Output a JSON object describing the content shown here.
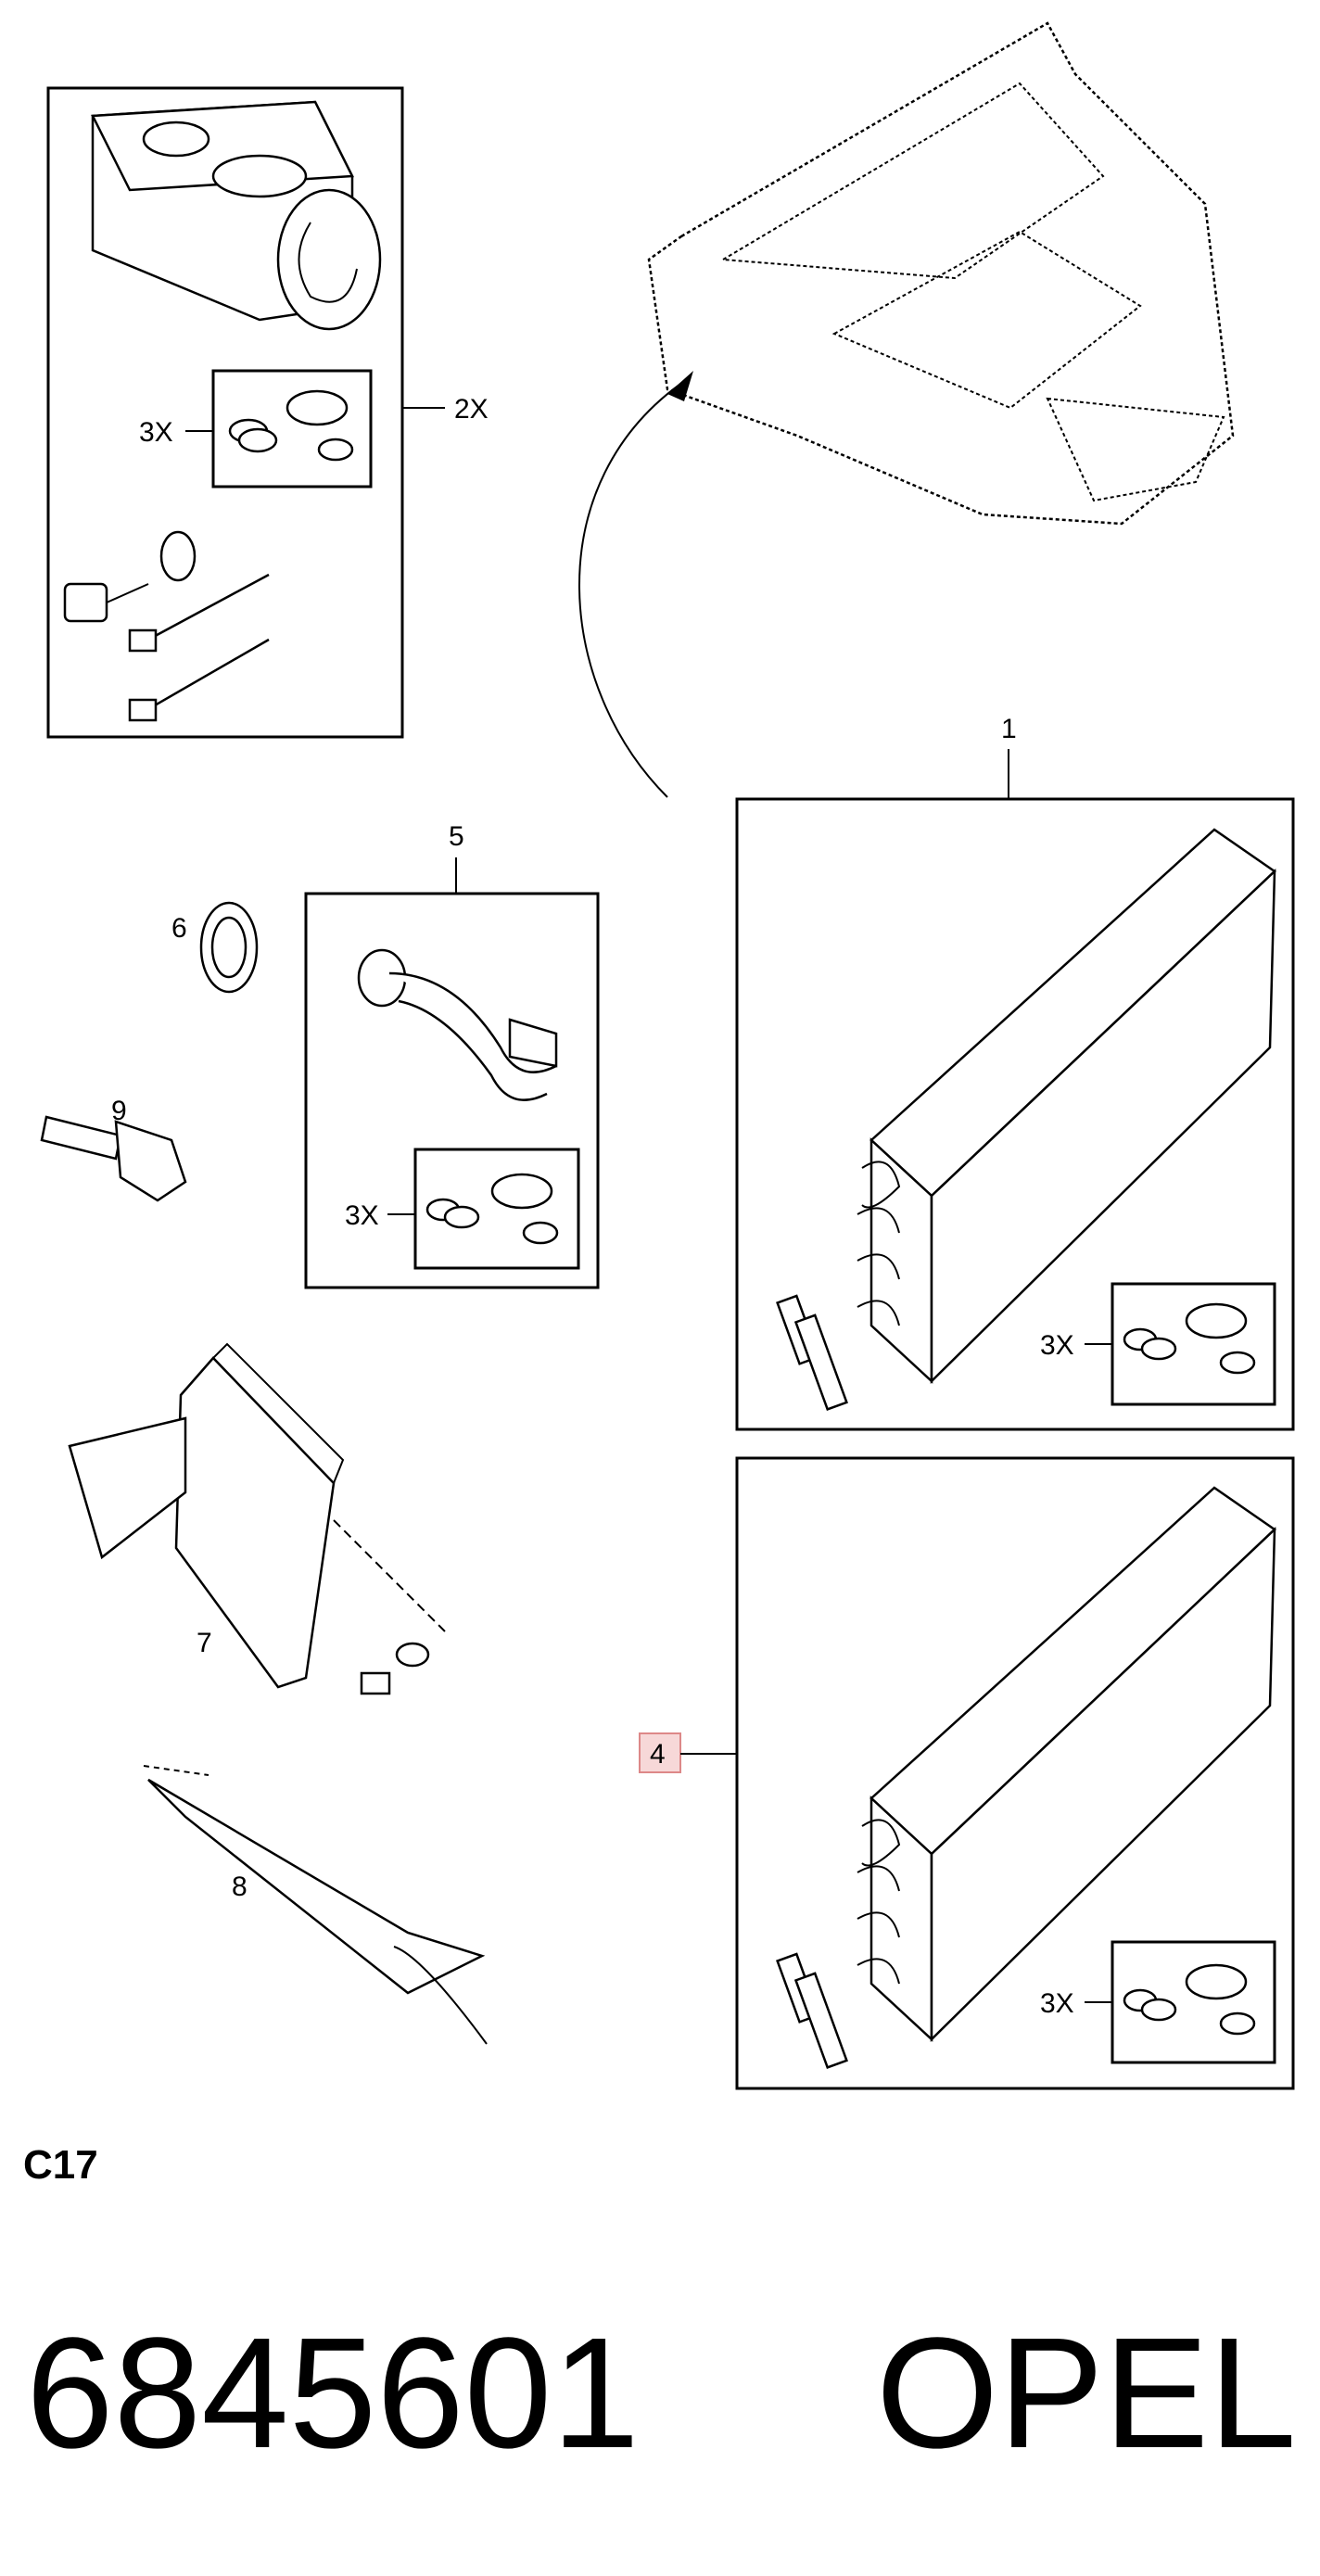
{
  "callouts": {
    "c1": "1",
    "c2x": "2X",
    "c3x": "3X",
    "c4": "4",
    "c5": "5",
    "c6": "6",
    "c7": "7",
    "c8": "8",
    "c9": "9"
  },
  "section_code": "C17",
  "part_number": "6845601",
  "brand": "OPEL",
  "colors": {
    "highlight_fill": "#f7d8d8",
    "highlight_stroke": "#dd8888"
  }
}
